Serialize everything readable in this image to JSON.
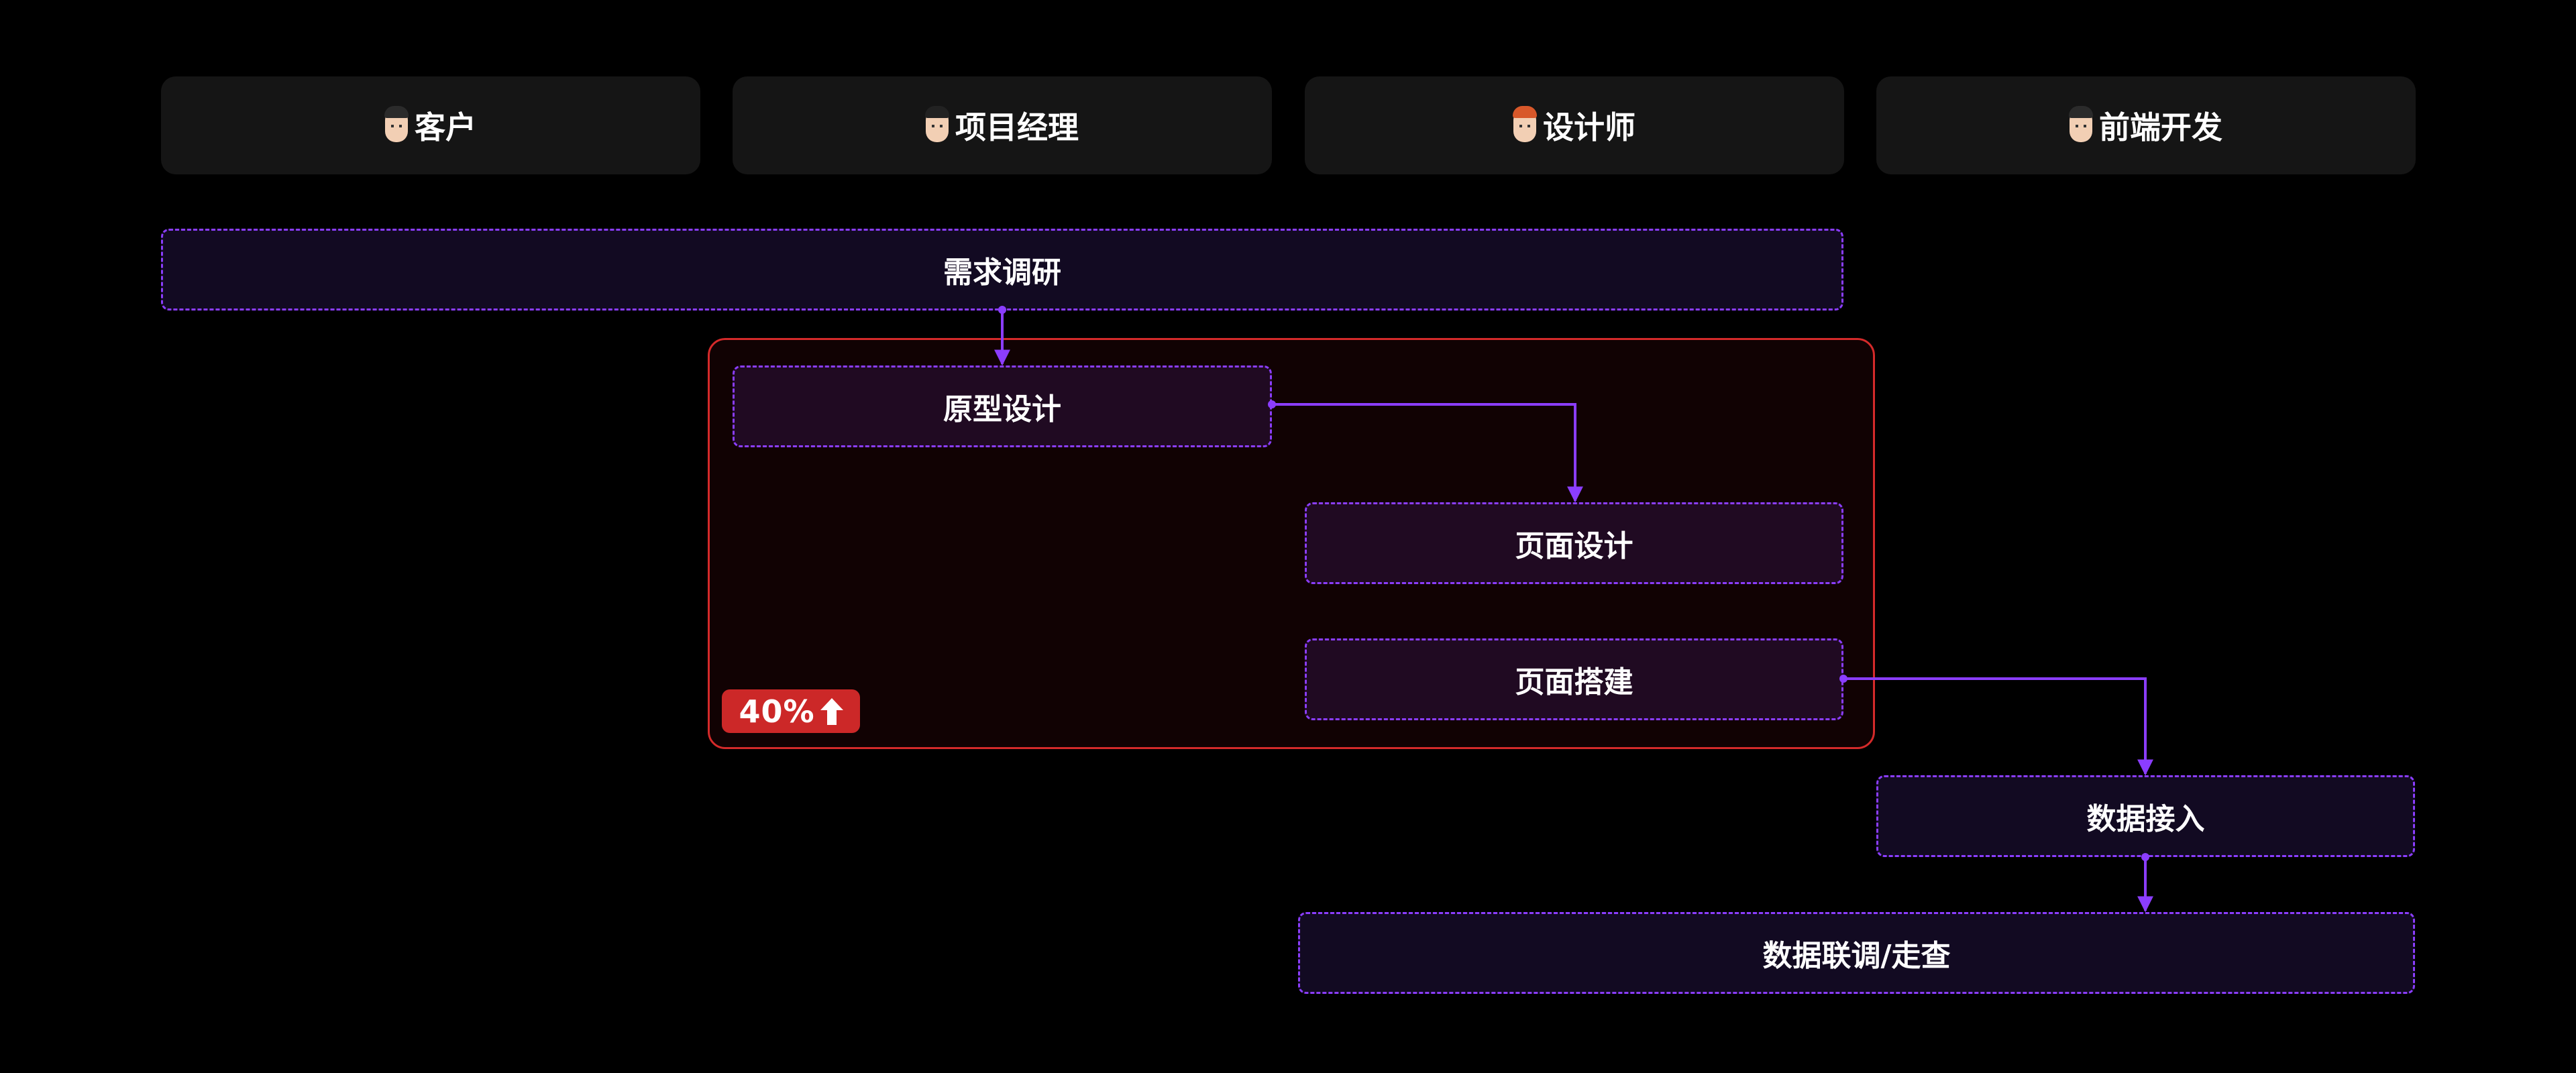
{
  "lanes": [
    {
      "label": "客户",
      "avatar": "man-bearded-avatar",
      "hair": "#2b2b2b"
    },
    {
      "label": "项目经理",
      "avatar": "man-avatar",
      "hair": "#222222"
    },
    {
      "label": "设计师",
      "avatar": "red-hair-avatar",
      "hair": "#d8582a"
    },
    {
      "label": "前端开发",
      "avatar": "man-avatar",
      "hair": "#2b2b2b"
    }
  ],
  "tasks": [
    {
      "label": "需求调研"
    },
    {
      "label": "原型设计"
    },
    {
      "label": "页面设计"
    },
    {
      "label": "页面搭建"
    },
    {
      "label": "数据接入"
    },
    {
      "label": "数据联调/走查"
    }
  ],
  "highlight": {
    "badge": "40%",
    "badge_icon": "arrow-up-icon"
  },
  "colors": {
    "accent": "#8b3dff",
    "highlight": "#d42a2a",
    "badge": "#cc2828"
  }
}
